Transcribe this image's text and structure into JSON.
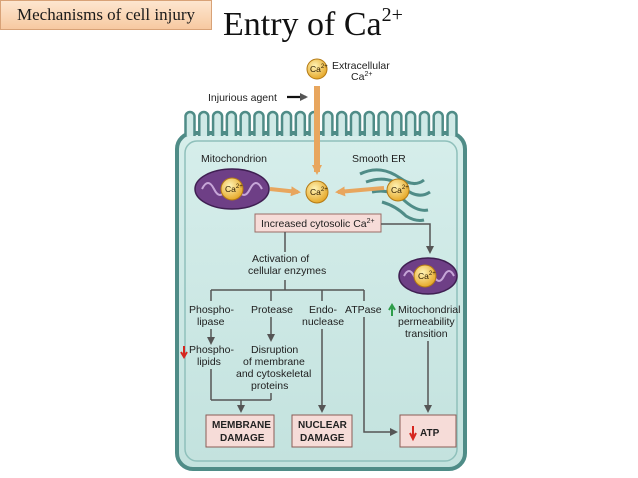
{
  "header": {
    "section_tag": "Mechanisms of cell injury",
    "title_base": "Entry of Ca",
    "title_sup": "2+"
  },
  "ion_label": "Ca",
  "ion_sup": "2+",
  "labels": {
    "extracellular_line1": "Extracellular",
    "extracellular_line2": "Ca",
    "injurious_agent": "Injurious agent",
    "mitochondrion": "Mitochondrion",
    "smooth_er": "Smooth ER",
    "increased_cytosolic": "Increased cytosolic Ca",
    "activation_line1": "Activation of",
    "activation_line2": "cellular enzymes",
    "phospholipase_line1": "Phospho-",
    "phospholipase_line2": "lipase",
    "protease": "Protease",
    "endonuclease_line1": "Endo-",
    "endonuclease_line2": "nuclease",
    "atpase": "ATPase",
    "mito_perm_line1": "Mitochondrial",
    "mito_perm_line2": "permeability",
    "mito_perm_line3": "transition",
    "phospholipids_line1": "Phospho-",
    "phospholipids_line2": "lipids",
    "disruption_line1": "Disruption",
    "disruption_line2": "of membrane",
    "disruption_line3": "and cytoskeletal",
    "disruption_line4": "proteins"
  },
  "outcome_boxes": {
    "membrane_line1": "MEMBRANE",
    "membrane_line2": "DAMAGE",
    "nuclear_line1": "NUCLEAR",
    "nuclear_line2": "DAMAGE",
    "atp": "ATP"
  },
  "colors": {
    "cell_fill": "#cfe9e6",
    "cell_border": "#4f8c87",
    "arrow": "#e8a65e",
    "calcium": "#f2c24a",
    "mitochondrion": "#6e3f86",
    "box_fill": "#f6dcd8",
    "decrease_arrow": "#d6261f",
    "increase_arrow": "#2e9d4a"
  }
}
